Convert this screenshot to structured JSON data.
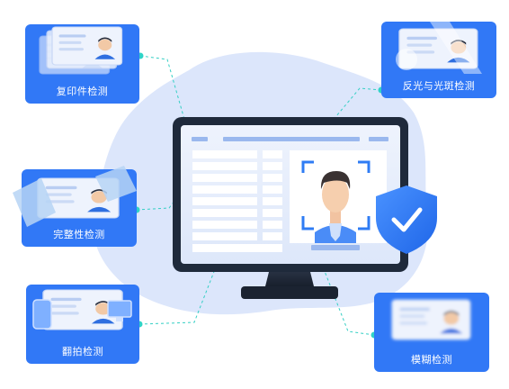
{
  "colors": {
    "accent": "#3178f6",
    "blob": "#dce6fb",
    "monitor": "#1f2a3b",
    "teal": "#2fd3c8",
    "shield": "#2f7cf4"
  },
  "cards": {
    "photocopy": {
      "label": "复印件检测",
      "icon": "id-card-stack-icon"
    },
    "reflection": {
      "label": "反光与光斑检测",
      "icon": "id-card-glare-icon"
    },
    "integrity": {
      "label": "完整性检测",
      "icon": "id-card-cropped-icon"
    },
    "recapture": {
      "label": "翻拍检测",
      "icon": "id-card-recapture-icon"
    },
    "blur": {
      "label": "模糊检测",
      "icon": "id-card-blurred-icon"
    }
  },
  "center": {
    "monitor_icon": "monitor-icon",
    "face_icon": "face-scan-icon",
    "shield_icon": "shield-check-icon"
  }
}
